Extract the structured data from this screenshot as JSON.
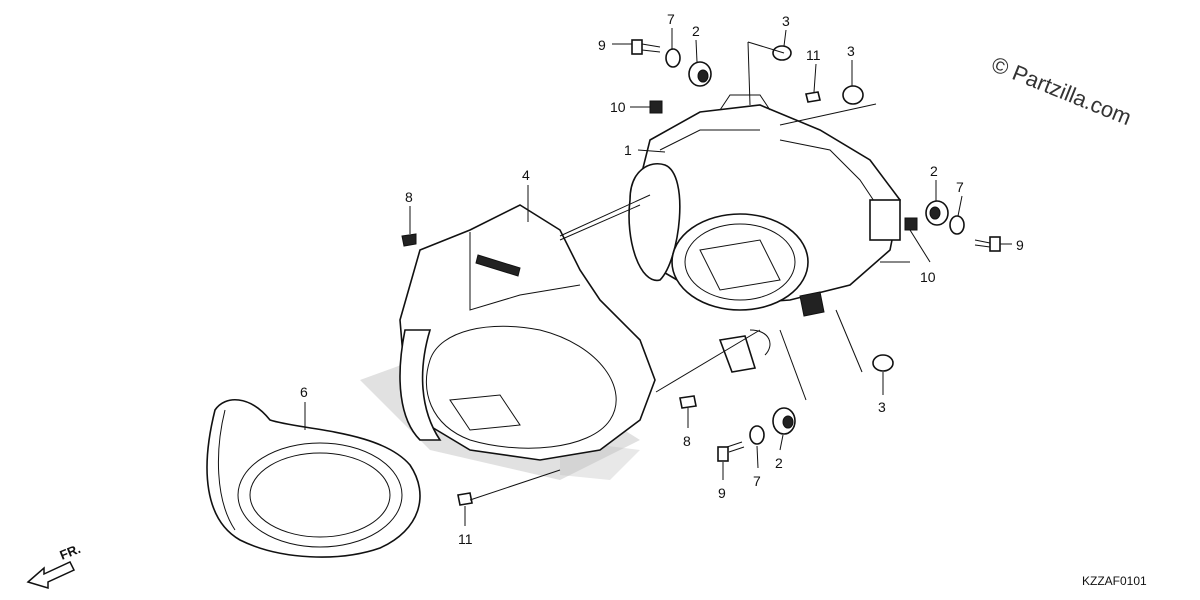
{
  "watermark": "© Partzilla.com",
  "diagram_code": "KZZAF0101",
  "direction_label": "FR.",
  "callouts": [
    "1",
    "2",
    "2",
    "2",
    "3",
    "3",
    "3",
    "4",
    "6",
    "7",
    "7",
    "7",
    "8",
    "8",
    "9",
    "9",
    "9",
    "10",
    "10",
    "11",
    "11"
  ]
}
